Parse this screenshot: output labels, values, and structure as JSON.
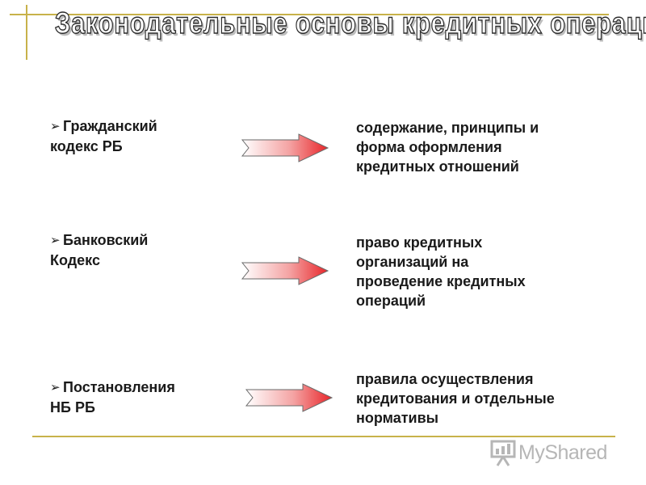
{
  "slide": {
    "title": "Законодательные основы кредитных операций",
    "bullet_glyph": "➢",
    "rows": [
      {
        "source_lines": [
          "Гражданский",
          "кодекс РБ"
        ],
        "result_lines": [
          "содержание, принципы и",
          "форма оформления",
          "кредитных отношений"
        ]
      },
      {
        "source_lines": [
          "Банковский",
          "Кодекс"
        ],
        "result_lines": [
          "право кредитных",
          "организаций на",
          "проведение кредитных",
          "операций"
        ]
      },
      {
        "source_lines": [
          "Постановления",
          "НБ РБ"
        ],
        "result_lines": [
          "правила осуществления",
          "кредитования и отдельные",
          "нормативы"
        ]
      }
    ]
  },
  "watermark": {
    "brand": "MyShared",
    "icon": "presentation-board-icon"
  },
  "colors": {
    "rule": "#c8b24a",
    "arrow_tip": "#e8262a",
    "arrow_tail": "#ffffff",
    "text": "#1a1a1a"
  }
}
